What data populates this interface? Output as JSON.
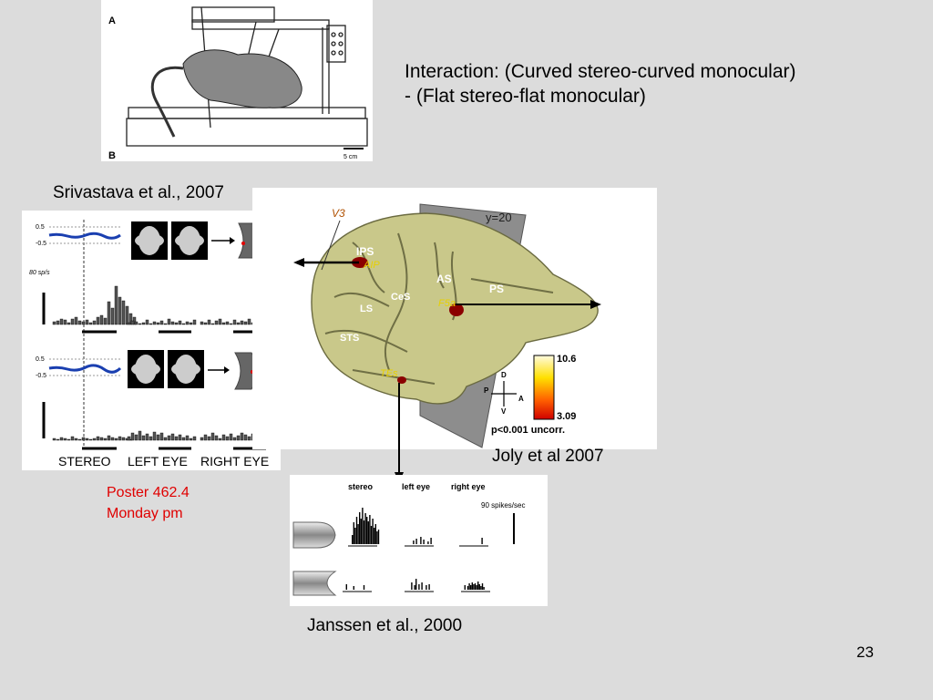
{
  "slide": {
    "interaction_line1": "Interaction: (Curved stereo-curved monocular)",
    "interaction_line2": "- (Flat stereo-flat monocular)",
    "page_number": "23"
  },
  "captions": {
    "srivastava": "Srivastava et al., 2007",
    "joly": "Joly et al 2007",
    "janssen": "Janssen et al., 2000"
  },
  "poster": {
    "line1": "Poster 462.4",
    "line2": "Monday pm"
  },
  "apparatus": {
    "label_a": "A",
    "label_b": "B",
    "scale": "5 cm"
  },
  "srivastava_fig": {
    "tick_top": "0.5",
    "tick_bottom": "-0.5",
    "rate_label": "80 sp/s",
    "col_stereo": "STEREO",
    "col_left": "LEFT EYE",
    "col_right": "RIGHT EYE"
  },
  "brain": {
    "v3": "V3",
    "ips": "IPS",
    "aip": "AIP",
    "ces": "CeS",
    "ls": "LS",
    "sts": "STS",
    "tes": "TEs",
    "as": "AS",
    "ps": "PS",
    "f5a": "F5a",
    "slice": "y=20",
    "dir_d": "D",
    "dir_p": "P",
    "dir_a": "A",
    "dir_v": "V",
    "scale_max": "10.6",
    "scale_min": "3.09",
    "threshold": "p<0.001 uncorr."
  },
  "janssen_fig": {
    "col_stereo": "stereo",
    "col_left": "left eye",
    "col_right": "right eye",
    "scale_label": "90 spikes/sec"
  },
  "colors": {
    "background": "#dcdcdc",
    "brain": "#c9c88a",
    "poster": "#e00000",
    "trace": "#1a3fb0",
    "activation": "#8b0000"
  }
}
